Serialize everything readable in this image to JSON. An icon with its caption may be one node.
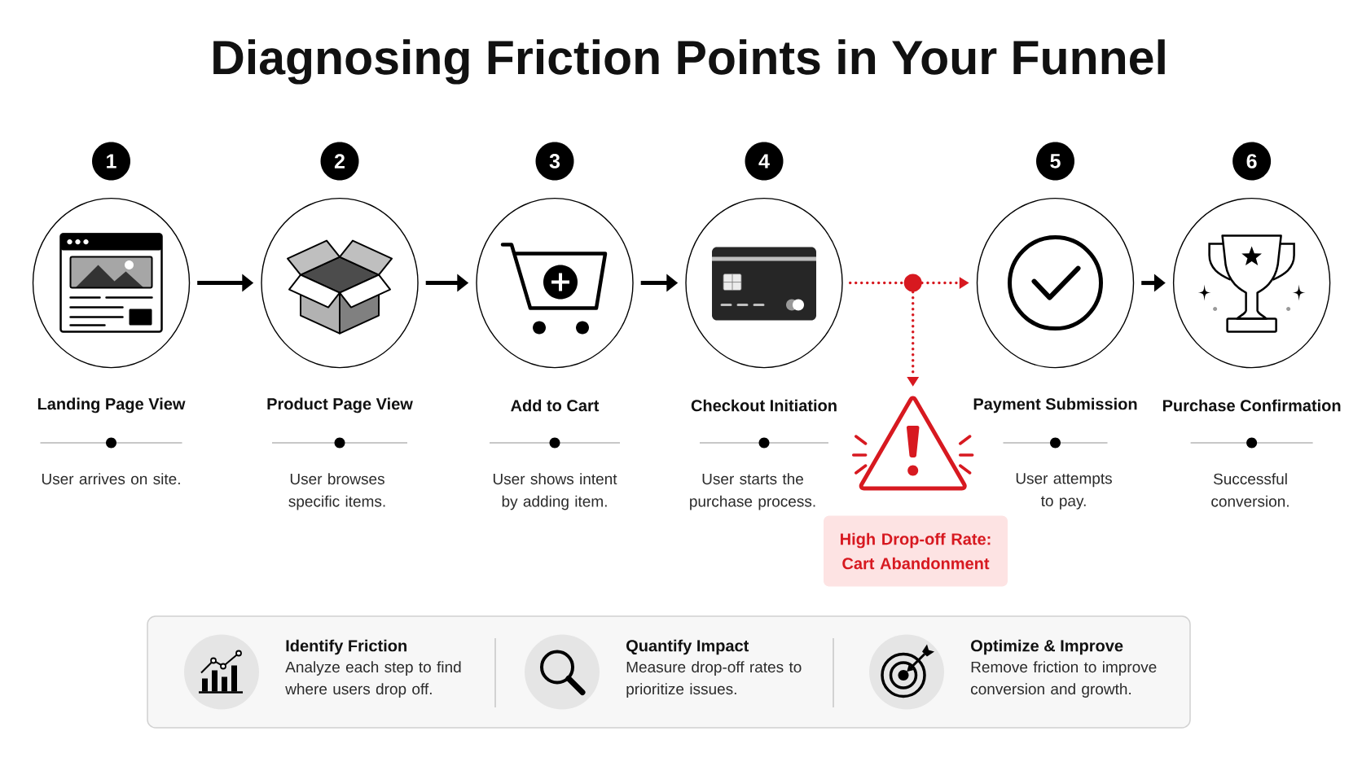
{
  "diagram": {
    "title": "Diagnosing Friction Points in Your Funnel",
    "nodes": [
      {
        "text": [
          "1"
        ]
      },
      {
        "text": [
          "Landing Page View"
        ]
      },
      {
        "text": [
          "2"
        ]
      },
      {
        "text": [
          "Product Page View"
        ]
      },
      {
        "text": [
          "3"
        ]
      },
      {
        "text": [
          "Add to Cart"
        ]
      },
      {
        "text": [
          "4"
        ]
      },
      {
        "text": [
          "Checkout Initiation"
        ]
      },
      {
        "text": [],
        "shape": "circle"
      },
      {
        "text": [
          "5"
        ]
      },
      {
        "text": [
          "Payment Submission"
        ]
      },
      {
        "text": [
          "6"
        ]
      },
      {
        "text": [
          "Purchase Confirmation"
        ]
      },
      {
        "text": [],
        "shape": "triangle"
      },
      {
        "text": [
          "High Drop-off Rate: Cart Abandonment"
        ]
      },
      {
        "text": [],
        "shape": "box"
      },
      {
        "text": [
          "Identify Friction",
          "Analyze each step to find where users drop off."
        ],
        "in": 15
      },
      {
        "text": [
          "Quantify Impact",
          "Measure drop-off rates to prioritize issues."
        ],
        "in": 15
      },
      {
        "text": [
          "Optimize & Improve",
          "Remove friction to improve conversion and growth."
        ],
        "in": 15
      }
    ],
    "edges": [
      {
        "from": 1,
        "to": 3,
        "arrow": "to"
      },
      {
        "from": 3,
        "to": 5,
        "arrow": "to"
      },
      {
        "from": 5,
        "to": 7,
        "arrow": "to"
      },
      {
        "from": 7,
        "to": 8,
        "arrow": "none",
        "style": "dashed",
        "color": "#d71920"
      },
      {
        "from": 8,
        "to": 10,
        "arrow": "to",
        "style": "dashed",
        "color": "#d71920"
      },
      {
        "from": 8,
        "to": 13,
        "arrow": "to",
        "style": "dashed",
        "color": "#d71920"
      },
      {
        "from": 10,
        "to": 12,
        "arrow": "to"
      }
    ],
    "labels": [
      "User arrives on site.",
      "User browses specific items.",
      "User shows intent by adding item.",
      "User starts the purchase process.",
      "User attempts to pay.",
      "Successful conversion."
    ]
  }
}
